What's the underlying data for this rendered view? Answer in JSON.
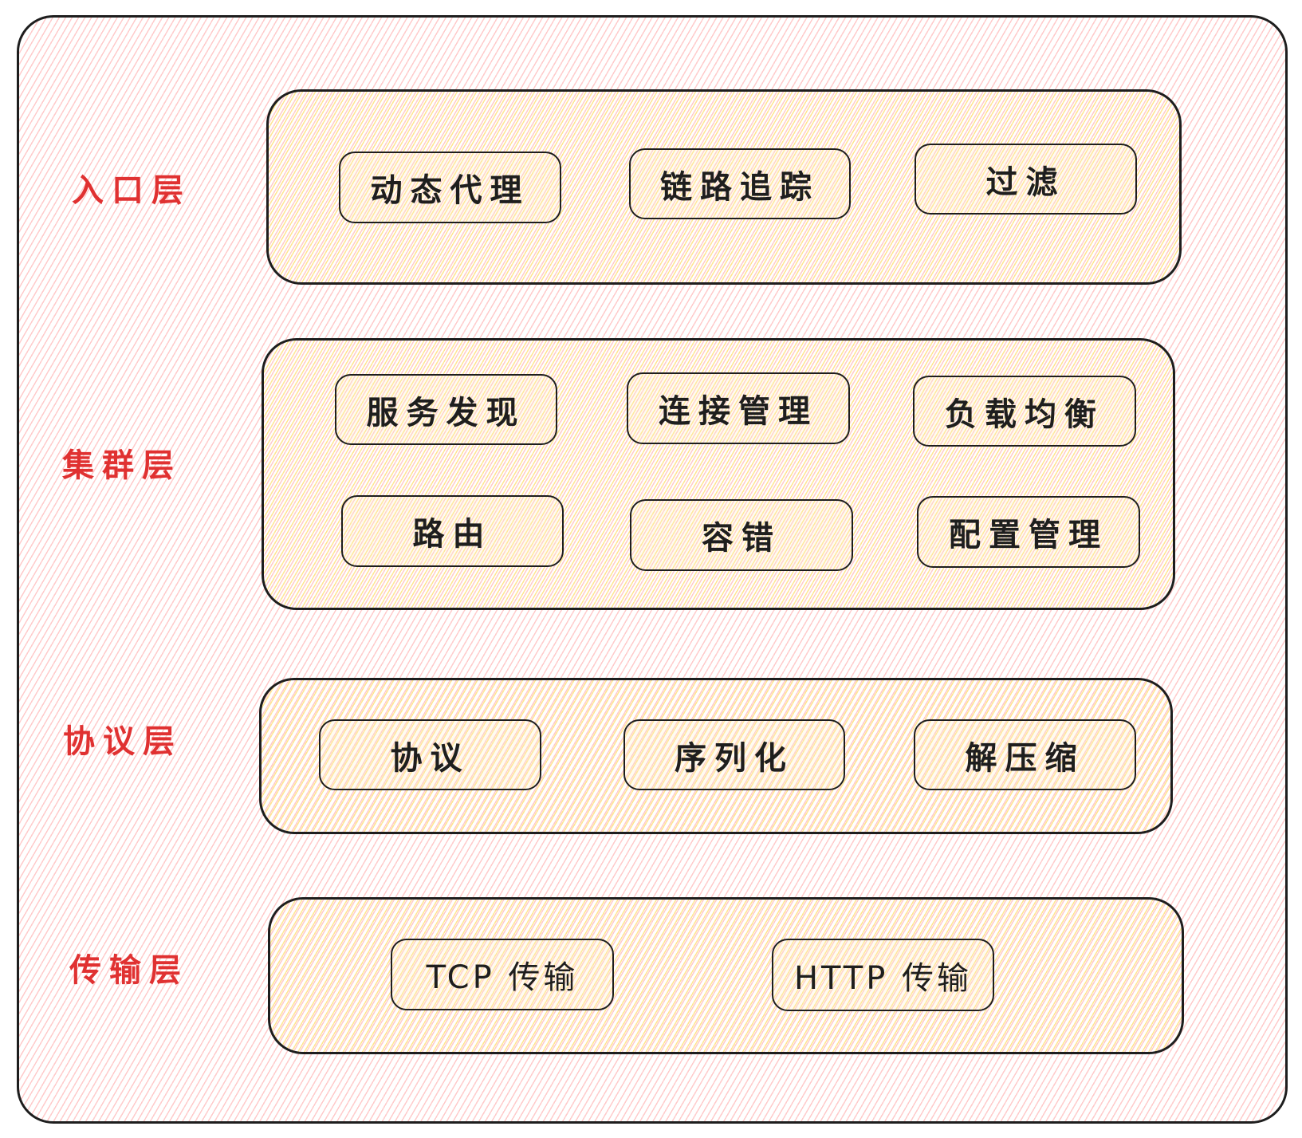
{
  "colors": {
    "label": "#e03131",
    "stroke": "#1e1e1e",
    "outer_fill": "#ffc9c9",
    "layer_fill": "#ffec99"
  },
  "layers": [
    {
      "label": "入口层",
      "items": [
        "动态代理",
        "链路追踪",
        "过滤"
      ]
    },
    {
      "label": "集群层",
      "items": [
        "服务发现",
        "连接管理",
        "负载均衡",
        "路由",
        "容错",
        "配置管理"
      ]
    },
    {
      "label": "协议层",
      "items": [
        "协议",
        "序列化",
        "解压缩"
      ]
    },
    {
      "label": "传输层",
      "items": [
        "TCP 传输",
        "HTTP 传输"
      ]
    }
  ]
}
